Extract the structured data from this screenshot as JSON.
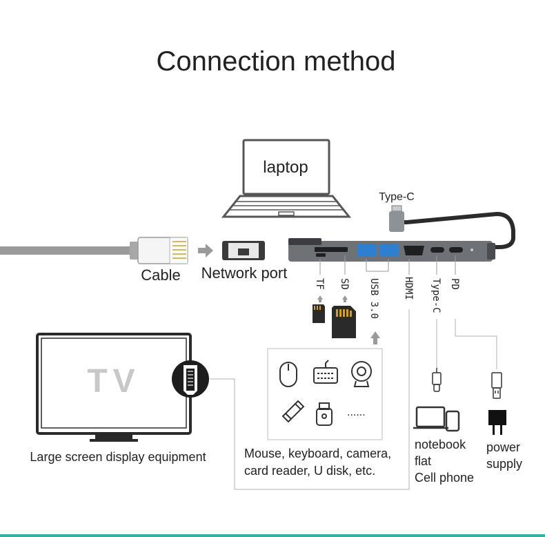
{
  "title": "Connection method",
  "laptop_label": "laptop",
  "type_c_top_label": "Type-C",
  "cable_label": "Cable",
  "network_port_label": "Network port",
  "tv_label": "TV",
  "tv_caption": "Large screen display equipment",
  "ports": {
    "tf": "TF",
    "sd": "SD",
    "usb": "USB 3.0",
    "hdmi": "HDMI",
    "type_c": "Type-C",
    "pd": "PD"
  },
  "usb_devices_caption_line1": "Mouse, keyboard, camera,",
  "usb_devices_caption_line2": "card reader, U disk, etc.",
  "usb_devices_more": "......",
  "typec_devices_line1": "notebook",
  "typec_devices_line2": "flat",
  "typec_devices_line3": "Cell phone",
  "pd_caption_line1": "power",
  "pd_caption_line2": "supply",
  "colors": {
    "hub_body": "#6e7277",
    "usb_blue": "#2f7fd1",
    "cable": "#9a9a9a",
    "accent_bar": "#2fb3a6"
  }
}
